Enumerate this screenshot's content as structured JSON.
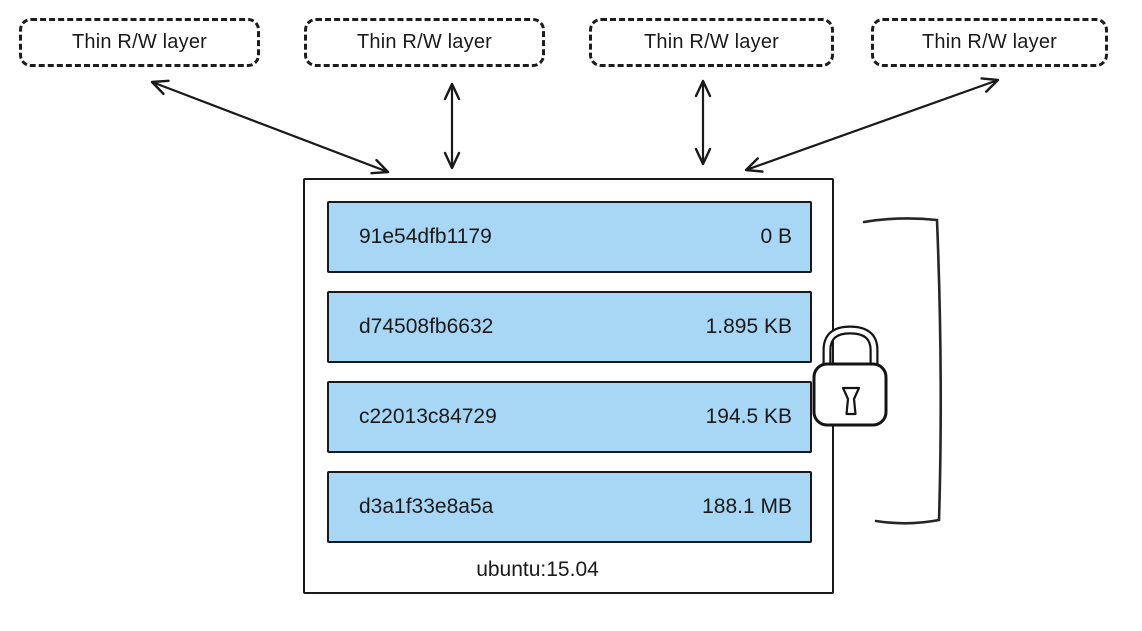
{
  "diagram": {
    "rw_layers": [
      {
        "label": "Thin R/W layer"
      },
      {
        "label": "Thin R/W layer"
      },
      {
        "label": "Thin R/W layer"
      },
      {
        "label": "Thin R/W layer"
      }
    ],
    "image": {
      "name": "ubuntu:15.04",
      "layers": [
        {
          "id": "91e54dfb1179",
          "size": "0 B"
        },
        {
          "id": "d74508fb6632",
          "size": "1.895 KB"
        },
        {
          "id": "c22013c84729",
          "size": "194.5 KB"
        },
        {
          "id": "d3a1f33e8a5a",
          "size": "188.1 MB"
        }
      ]
    },
    "icons": [
      {
        "name": "lock-icon"
      }
    ],
    "colors": {
      "layer_fill": "#a8d6f5",
      "stroke": "#1a1a1a",
      "background": "#ffffff"
    }
  }
}
